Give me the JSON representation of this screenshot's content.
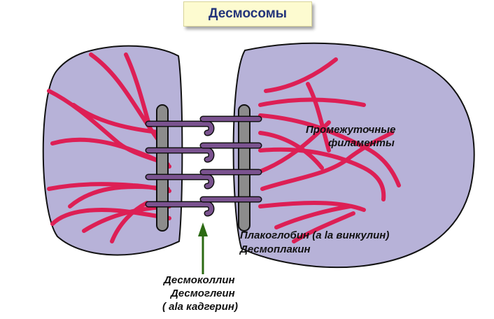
{
  "title": "Десмосомы",
  "labels": {
    "intermediate_filaments": [
      "Промежуточные",
      "филаменты"
    ],
    "plaque_proteins": [
      "Плакоглобин (а la винкулин)",
      "Десмоплакин"
    ],
    "cadherins": [
      "Десмоколлин",
      "Десмоглеин",
      "( ala кадгерин)"
    ]
  },
  "colors": {
    "cell_fill": "#b7b2d8",
    "filament": "#dd1f55",
    "plaque": "#8c8c8c",
    "linker": "#7a528f",
    "arrow": "#2b6a12",
    "title_text": "#22337a",
    "title_bg": "#fdfbd0"
  }
}
